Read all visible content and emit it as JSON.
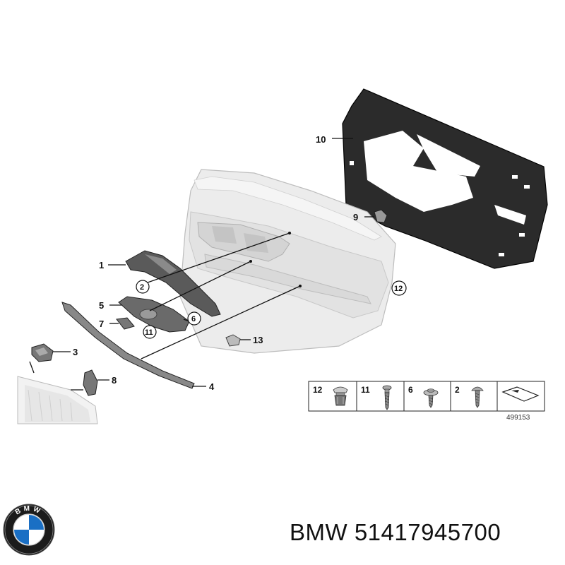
{
  "callouts": {
    "c1": "1",
    "c2": "2",
    "c3": "3",
    "c4": "4",
    "c5": "5",
    "c6": "6",
    "c7": "7",
    "c8": "8",
    "c9": "9",
    "c10": "10",
    "c11": "11",
    "c12": "12",
    "c13": "13"
  },
  "legend": {
    "items": [
      {
        "num": "12",
        "part_icon": "clip-rivet-icon"
      },
      {
        "num": "11",
        "part_icon": "screw-icon"
      },
      {
        "num": "6",
        "part_icon": "washer-screw-icon"
      },
      {
        "num": "2",
        "part_icon": "pan-head-screw-icon"
      },
      {
        "num": "",
        "part_icon": "arrow-symbol-icon"
      }
    ],
    "ref_number": "499153"
  },
  "brand": {
    "logo_letters": "BMW",
    "caption": "BMW 51417945700"
  }
}
